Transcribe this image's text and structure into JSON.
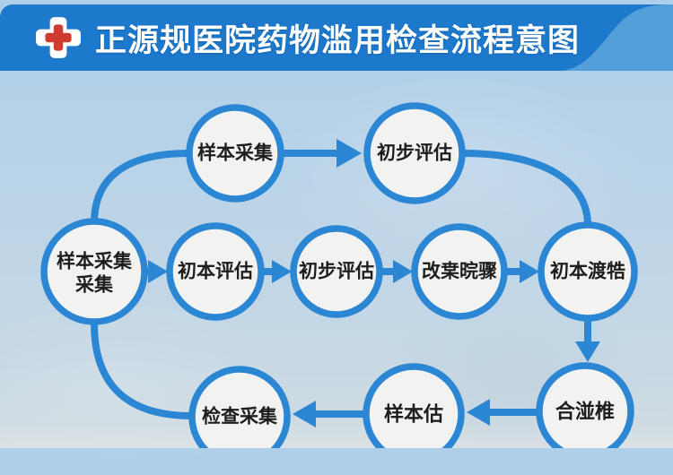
{
  "header": {
    "title": "正源规医院药物滥用检查流程意图",
    "icon": "medical-cross-icon",
    "colors": {
      "banner_blue": "#1d79cc",
      "swoosh_blue": "#539fda",
      "cross_red": "#cf3b2f",
      "title_text": "#ffffff"
    }
  },
  "flow": {
    "colors": {
      "node_fill": "#f2f3f0",
      "line_blue": "#2b86d3",
      "label_text": "#1d1d1d",
      "background_top": "#aecfe9",
      "background_bottom": "#dbe2e5"
    },
    "n1": {
      "label": "样本采集"
    },
    "n2": {
      "label": "初步评估"
    },
    "n3": {
      "line1": "样本采集",
      "line2": "采集"
    },
    "n4": {
      "label": "初本评估"
    },
    "n5": {
      "label": "初步评估"
    },
    "n6": {
      "label": "改枽晥骤"
    },
    "n7": {
      "label": "初本渡牿"
    },
    "n8": {
      "label": "合湴椎"
    },
    "n9": {
      "label": "样本估"
    },
    "n10": {
      "label": "检查采集"
    },
    "edges": [
      {
        "from": "n3",
        "to": "n1",
        "arrow": false
      },
      {
        "from": "n1",
        "to": "n2",
        "arrow": true
      },
      {
        "from": "n2",
        "to": "n7",
        "arrow": false
      },
      {
        "from": "n3",
        "to": "n4",
        "arrow": true
      },
      {
        "from": "n4",
        "to": "n5",
        "arrow": true
      },
      {
        "from": "n5",
        "to": "n6",
        "arrow": true
      },
      {
        "from": "n6",
        "to": "n7",
        "arrow": true
      },
      {
        "from": "n7",
        "to": "n8",
        "arrow": true
      },
      {
        "from": "n8",
        "to": "n9",
        "arrow": true
      },
      {
        "from": "n9",
        "to": "n10",
        "arrow": true
      },
      {
        "from": "n10",
        "to": "n3",
        "arrow": false
      }
    ]
  }
}
